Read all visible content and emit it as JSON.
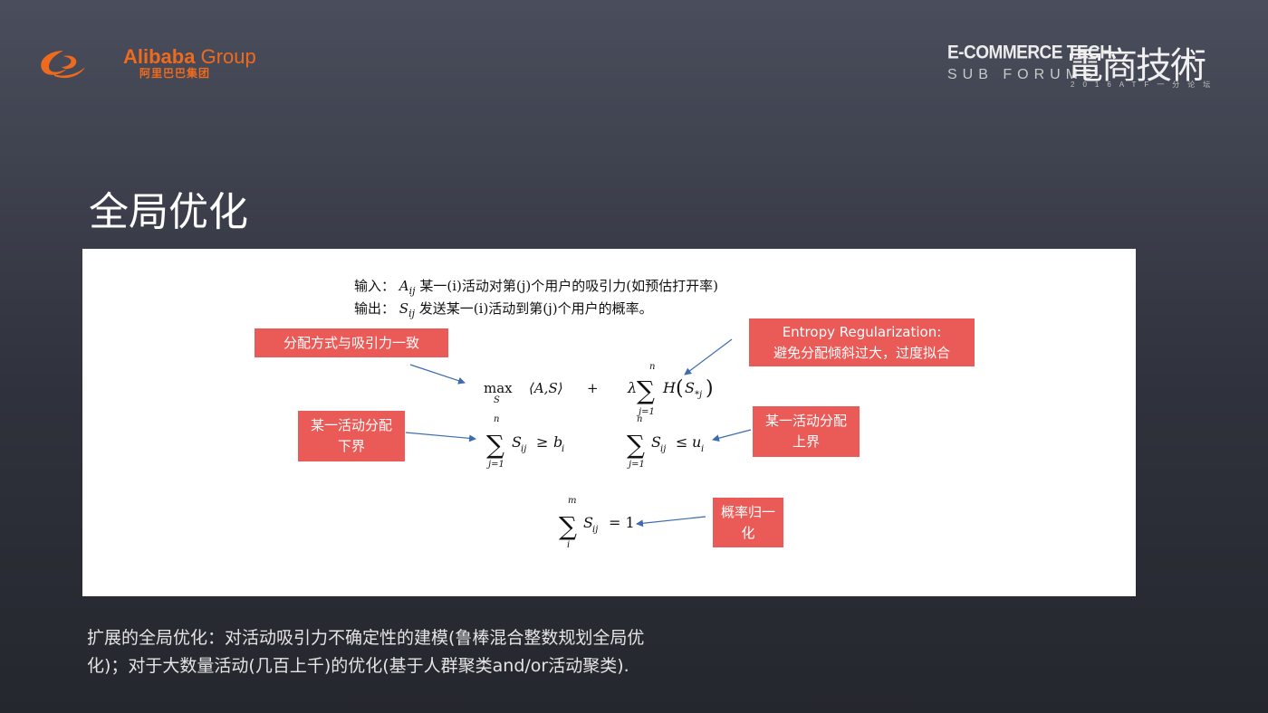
{
  "logo": {
    "brand": "Alibaba",
    "group": " Group",
    "chinese": "阿里巴巴集团"
  },
  "header": {
    "line1": "E-COMMERCE TECH",
    "line2": "SUB FORUMS",
    "chinese": "電商技術",
    "subtitle": "2016ATF一分论坛"
  },
  "page_title": "全局优化",
  "panel": {
    "input_label": "输入：",
    "input_var_base": "A",
    "input_var_sub": "ij",
    "input_text": "某一(i)活动对第(j)个用户的吸引力(如预估打开率)",
    "output_label": "输出：",
    "output_var_base": "S",
    "output_var_sub": "ij",
    "output_text": "发送某一(i)活动到第(j)个用户的概率。",
    "annotations": {
      "match": "分配方式与吸引力一致",
      "entropy_line1": "Entropy Regularization:",
      "entropy_line2": "避免分配倾斜过大，过度拟合",
      "lower_line1": "某一活动分配",
      "lower_line2": "下界",
      "upper_line1": "某一活动分配",
      "upper_line2": "上界",
      "norm_line1": "概率归一",
      "norm_line2": "化"
    },
    "formula": {
      "max": "max",
      "max_sub": "S",
      "inner": "⟨A,S⟩",
      "plus": "+",
      "lambda": "λ",
      "sum": "∑",
      "sum_top_n": "n",
      "sum_bottom_j1": "j=1",
      "sum_top_m": "m",
      "sum_bottom_i": "i",
      "H": "H",
      "S": "S",
      "sub_star_j": "*j",
      "sub_ij": "ij",
      "geq": "≥",
      "leq": "≤",
      "b": "b",
      "u": "u",
      "sub_i": "i",
      "eq_one": "= 1"
    }
  },
  "bottom_text_line1": "扩展的全局优化：对活动吸引力不确定性的建模(鲁棒混合整数规划全局优",
  "bottom_text_line2": "化)；对于大数量活动(几百上千)的优化(基于人群聚类and/or活动聚类)."
}
